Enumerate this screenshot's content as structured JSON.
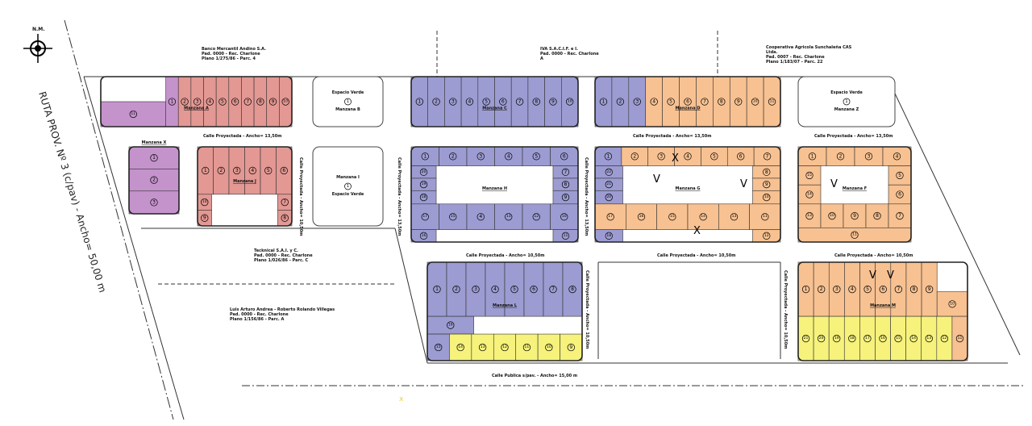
{
  "north_label": "N.M.",
  "road_label": "RUTA PROV. Nº 3 (c/pav) - Ancho= 50,00 m",
  "colors": {
    "purple": "#9c9cd2",
    "pink": "#e39893",
    "orange": "#f7c191",
    "yellow": "#f6f27c",
    "violet": "#c593cc",
    "green_space": "#ffffff",
    "edge": "#333333"
  },
  "owners": [
    [
      "Banco Mercantil Andino S.A.",
      "Pad. 0000 - Rec. Charlone",
      "Plano 1/275/86 - Parc. 4"
    ],
    [
      "IVA S.A.C.I.F. e I.",
      "Pad. 0000 - Rec. Charlone",
      "A"
    ],
    [
      "Cooperativa Agricola Sunchaleña CAS",
      "Ltda.",
      "Pad. 0007 - Rec. Charlone",
      "Plano 1/183/07 - Parc. 22"
    ],
    [
      "Tecknical S.A.I. y C.",
      "Pad. 0000 - Rec. Charlone",
      "Plano 1/026/86 - Parc. C"
    ],
    [
      "Luis Arturo Andrea - Roberto Rolando Villegas",
      "Pad. 0000 - Rec. Charlone",
      "Plano 1/156/86 - Parc. A"
    ]
  ],
  "streets": {
    "s1": "Calle Proyectada - Ancho= 13,50m",
    "s2": "Calle Proyectada - Ancho= 13,50m",
    "s3": "Calle Proyectada - Ancho= 13,50m",
    "s4": "Calle Proyectada - Ancho= 10,50m",
    "s5": "Calle Proyectada - Ancho= 10,50m",
    "s6": "Calle Proyectada - Ancho= 10,50m",
    "s7": "Calle Publica s/pav. - Ancho= 15,00 m",
    "v1": "Calle Proyectada - Ancho= 10,50m",
    "v2": "Calle Proyectada - Ancho= 13,50m",
    "v3": "Calle Proyectada - Ancho= 13,50m",
    "v4": "Calle Proyectada - Ancho= 10,50m",
    "v5": "Calle Proyectada - Ancho= 10,50m"
  },
  "green_spaces": [
    {
      "title": "Espacio Verde",
      "num": "1",
      "block": "Manzana B"
    },
    {
      "title": "Manzana I",
      "num": "1",
      "block": "Espacio Verde"
    },
    {
      "title": "Espacio Verde",
      "num": "1",
      "block": "Manzana Z"
    }
  ],
  "blocks": [
    {
      "name": "Manzana A",
      "rows": [
        [
          [
            "1",
            "violet"
          ],
          [
            "2",
            "pink"
          ],
          [
            "3",
            "pink"
          ],
          [
            "4",
            "pink"
          ],
          [
            "5",
            "pink"
          ],
          [
            "6",
            "pink"
          ],
          [
            "7",
            "pink"
          ],
          [
            "8",
            "pink"
          ],
          [
            "9",
            "pink"
          ],
          [
            "10",
            "pink"
          ]
        ],
        [
          [
            "11",
            "violet"
          ]
        ]
      ]
    },
    {
      "name": "Manzana C",
      "rows": [
        [
          [
            "1",
            "purple"
          ],
          [
            "2",
            "purple"
          ],
          [
            "3",
            "purple"
          ],
          [
            "4",
            "purple"
          ],
          [
            "5",
            "purple"
          ],
          [
            "6",
            "purple"
          ],
          [
            "7",
            "purple"
          ],
          [
            "8",
            "purple"
          ],
          [
            "9",
            "purple"
          ],
          [
            "10",
            "purple"
          ]
        ]
      ]
    },
    {
      "name": "Manzana D",
      "rows": [
        [
          [
            "1",
            "purple"
          ],
          [
            "2",
            "purple"
          ],
          [
            "3",
            "purple"
          ],
          [
            "4",
            "orange"
          ],
          [
            "5",
            "orange"
          ],
          [
            "6",
            "orange"
          ],
          [
            "7",
            "orange"
          ],
          [
            "8",
            "orange"
          ],
          [
            "9",
            "orange"
          ],
          [
            "10",
            "orange"
          ],
          [
            "11",
            "orange"
          ]
        ]
      ]
    },
    {
      "name": "Manzana X",
      "rows": [
        [
          [
            "1",
            "violet"
          ]
        ],
        [
          [
            "2",
            "violet"
          ]
        ],
        [
          [
            "3",
            "violet"
          ]
        ]
      ]
    },
    {
      "name": "Manzana J",
      "rows": [
        [
          [
            "1",
            "pink"
          ],
          [
            "2",
            "pink"
          ],
          [
            "3",
            "pink"
          ],
          [
            "4",
            "pink"
          ],
          [
            "5",
            "pink"
          ],
          [
            "6",
            "pink"
          ]
        ],
        [
          [
            "10",
            "pink"
          ],
          [
            "7",
            "pink"
          ]
        ],
        [
          [
            "9",
            "pink"
          ],
          [
            "8",
            "pink"
          ]
        ]
      ]
    },
    {
      "name": "Manzana H",
      "rows": [
        [
          [
            "1",
            "purple"
          ],
          [
            "2",
            "purple"
          ],
          [
            "3",
            "purple"
          ],
          [
            "4",
            "purple"
          ],
          [
            "5",
            "purple"
          ],
          [
            "6",
            "purple"
          ]
        ],
        [
          [
            "20",
            "purple"
          ],
          [
            "7",
            "purple"
          ]
        ],
        [
          [
            "19",
            "purple"
          ],
          [
            "8",
            "purple"
          ]
        ],
        [
          [
            "18",
            "purple"
          ],
          [
            "9",
            "purple"
          ]
        ],
        [
          [
            "17",
            "purple"
          ],
          [
            "15",
            "purple"
          ],
          [
            "4",
            "purple"
          ],
          [
            "13",
            "purple"
          ],
          [
            "12",
            "purple"
          ],
          [
            "10",
            "purple"
          ]
        ],
        [
          [
            "16",
            "purple"
          ],
          [
            "11",
            "purple"
          ]
        ]
      ]
    },
    {
      "name": "Manzana G",
      "rows": [
        [
          [
            "1",
            "purple"
          ],
          [
            "2",
            "orange"
          ],
          [
            "3",
            "orange"
          ],
          [
            "4",
            "orange"
          ],
          [
            "5",
            "orange"
          ],
          [
            "6",
            "orange"
          ],
          [
            "7",
            "orange"
          ]
        ],
        [
          [
            "22",
            "purple"
          ],
          [
            "8",
            "orange"
          ]
        ],
        [
          [
            "21",
            "purple"
          ],
          [
            "9",
            "orange"
          ]
        ],
        [
          [
            "20",
            "purple"
          ],
          [
            "10",
            "orange"
          ]
        ],
        [
          [
            "17",
            "orange"
          ],
          [
            "16",
            "orange"
          ],
          [
            "15",
            "orange"
          ],
          [
            "14",
            "orange"
          ],
          [
            "13",
            "orange"
          ],
          [
            "11",
            "orange"
          ]
        ],
        [
          [
            "18",
            "purple"
          ],
          [
            "12",
            "orange"
          ]
        ]
      ]
    },
    {
      "name": "Manzana F",
      "rows": [
        [
          [
            "1",
            "orange"
          ],
          [
            "2",
            "orange"
          ],
          [
            "3",
            "orange"
          ],
          [
            "4",
            "orange"
          ]
        ],
        [
          [
            "15",
            "orange"
          ],
          [
            "5",
            "orange"
          ]
        ],
        [
          [
            "14",
            "orange"
          ],
          [
            "6",
            "orange"
          ]
        ],
        [
          [
            "13",
            "orange"
          ],
          [
            "10",
            "orange"
          ],
          [
            "9",
            "orange"
          ],
          [
            "8",
            "orange"
          ],
          [
            "7",
            "orange"
          ]
        ],
        [
          [
            "11",
            "orange"
          ]
        ]
      ]
    },
    {
      "name": "Manzana L",
      "rows": [
        [
          [
            "1",
            "purple"
          ],
          [
            "2",
            "purple"
          ],
          [
            "3",
            "purple"
          ],
          [
            "4",
            "purple"
          ],
          [
            "5",
            "purple"
          ],
          [
            "6",
            "purple"
          ],
          [
            "7",
            "purple"
          ],
          [
            "8",
            "purple"
          ]
        ],
        [
          [
            "16",
            "purple"
          ]
        ],
        [
          [
            "15",
            "purple"
          ],
          [
            "14",
            "yellow"
          ],
          [
            "13",
            "yellow"
          ],
          [
            "12",
            "yellow"
          ],
          [
            "11",
            "yellow"
          ],
          [
            "10",
            "yellow"
          ],
          [
            "9",
            "yellow"
          ]
        ]
      ]
    },
    {
      "name": "Manzana M",
      "rows": [
        [
          [
            "1",
            "orange"
          ],
          [
            "2",
            "orange"
          ],
          [
            "3",
            "orange"
          ],
          [
            "4",
            "orange"
          ],
          [
            "5",
            "orange"
          ],
          [
            "6",
            "orange"
          ],
          [
            "7",
            "orange"
          ],
          [
            "8",
            "orange"
          ],
          [
            "9",
            "orange"
          ]
        ],
        [
          [
            "10",
            "orange"
          ]
        ],
        [
          [
            "21",
            "yellow"
          ],
          [
            "20",
            "yellow"
          ],
          [
            "19",
            "yellow"
          ],
          [
            "18",
            "yellow"
          ],
          [
            "17",
            "yellow"
          ],
          [
            "16",
            "yellow"
          ],
          [
            "15",
            "yellow"
          ],
          [
            "14",
            "yellow"
          ],
          [
            "13",
            "yellow"
          ],
          [
            "12",
            "yellow"
          ],
          [
            "11",
            "orange"
          ]
        ]
      ]
    }
  ],
  "marks": [
    "X",
    "V",
    "V",
    "V",
    "V",
    "V",
    "X"
  ]
}
